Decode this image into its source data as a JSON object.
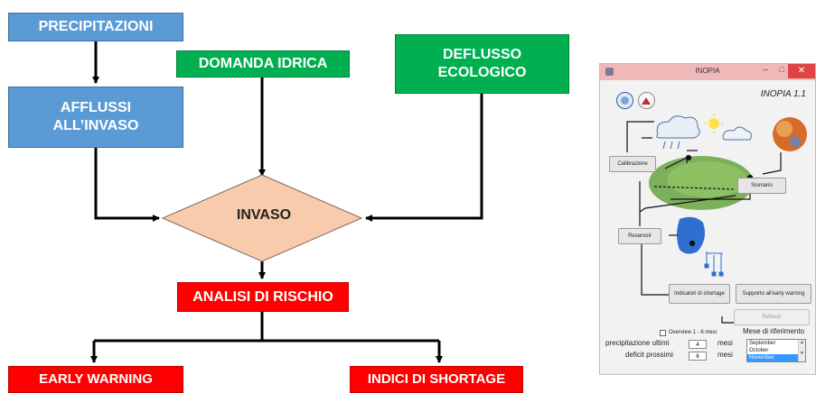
{
  "flow": {
    "precipitazioni": "PRECIPITAZIONI",
    "afflussi_line1": "AFFLUSSI",
    "afflussi_line2": "ALL’INVASO",
    "domanda": "DOMANDA IDRICA",
    "deflusso_line1": "DEFLUSSO",
    "deflusso_line2": "ECOLOGICO",
    "invaso": "INVASO",
    "analisi": "ANALISI DI RISCHIO",
    "early_warning": "EARLY WARNING",
    "indici": "INDICI DI SHORTAGE"
  },
  "colors": {
    "blue": "#5b9bd5",
    "green": "#00b050",
    "red": "#ff0000",
    "invaso_fill": "#f8cbad"
  },
  "window": {
    "title": "INOPIA",
    "app_title": "INOPIA 1.1",
    "min_glyph": "–",
    "max_glyph": "□",
    "close_glyph": "✕",
    "buttons": {
      "calibrazione": "Calibrazione",
      "scenario": "Scenario",
      "reservoir": "Reservoir",
      "indicatori": "Indicatori di shortage",
      "supporto": "Supporto all'early warning",
      "refresh": "Refresh"
    },
    "overview_label": "Overview 1 - 6 mesi",
    "mese_label": "Mese di riferimento",
    "precipitazione_label": "precipitazione ultimi",
    "precipitazione_value": "4",
    "deficit_label": "deficit prossimi",
    "deficit_value": "6",
    "mesi1": "mesi",
    "mesi2": "mesi",
    "months": [
      "September",
      "October",
      "November"
    ],
    "selected_month": "November"
  }
}
